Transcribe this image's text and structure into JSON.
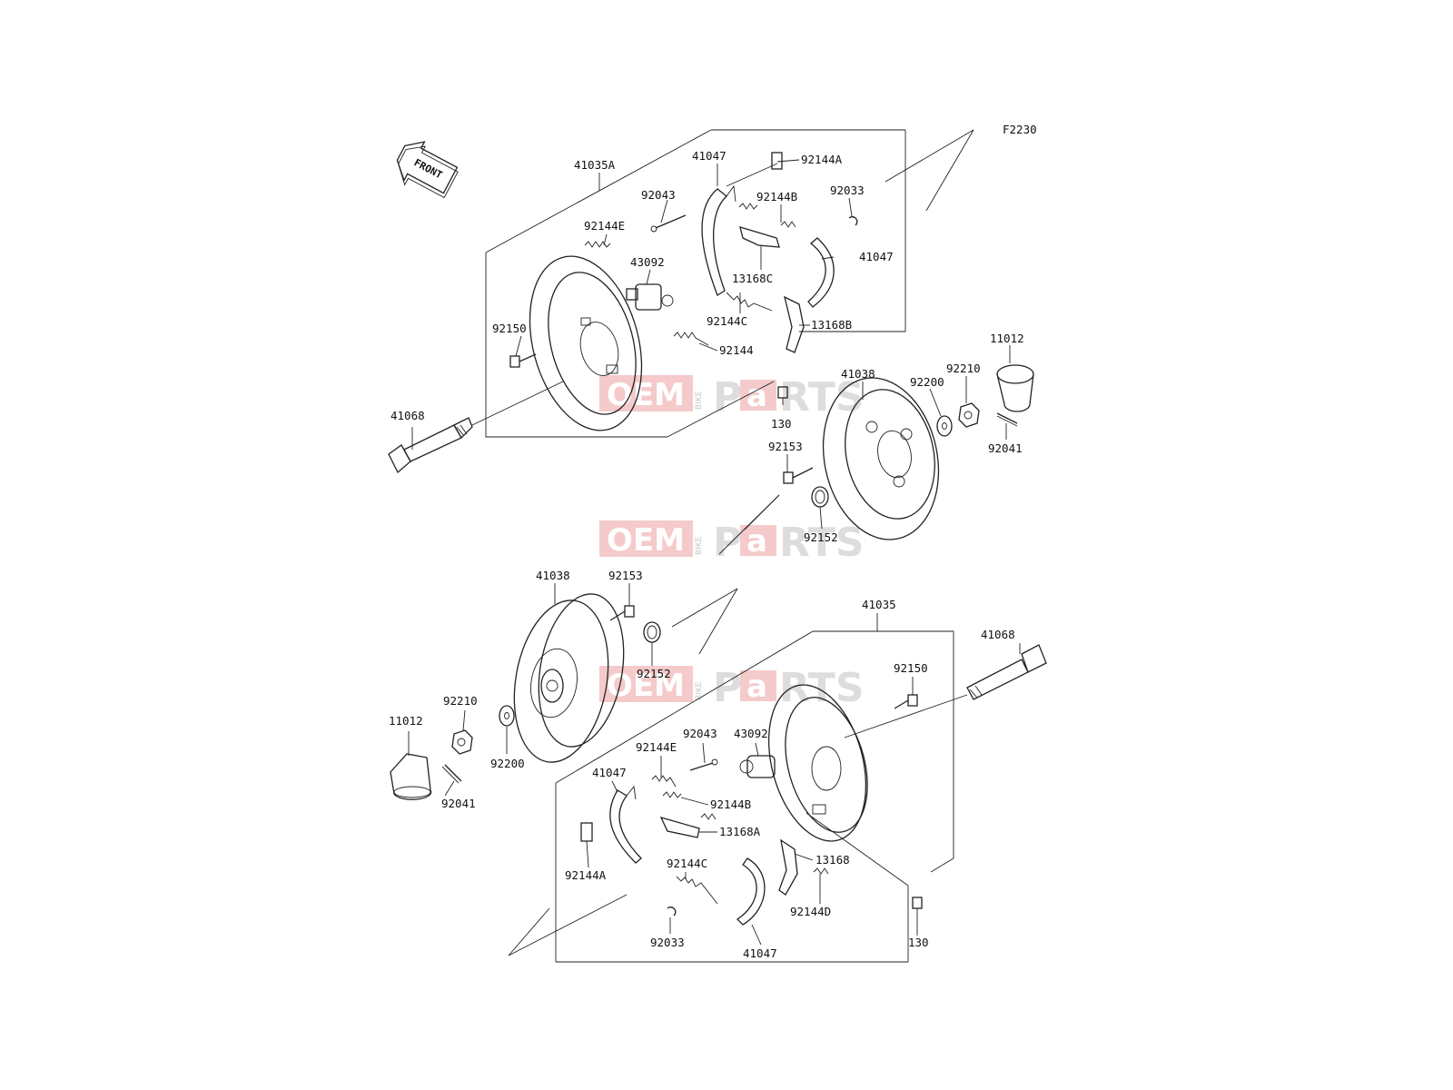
{
  "diagram": {
    "figure_code": "F2230",
    "front_label": "FRONT",
    "watermark": {
      "oem": "OEM",
      "bike": "BIKE",
      "parts_a": "P",
      "parts_b": "a",
      "parts_c": "RTS"
    },
    "labels": {
      "p41035A": "41035A",
      "p41047_t1": "41047",
      "p92144A_t": "92144A",
      "p92043_t": "92043",
      "p92144B_t": "92144B",
      "p92033_t": "92033",
      "p92144E_t": "92144E",
      "p41047_t2": "41047",
      "p43092_t": "43092",
      "p13168C": "13168C",
      "p92150_t": "92150",
      "p92144C_t": "92144C",
      "p13168B": "13168B",
      "p92144_t": "92144",
      "p11012_t": "11012",
      "p41038_t": "41038",
      "p92210_t": "92210",
      "p92200_t": "92200",
      "p41068_t": "41068",
      "p130_t": "130",
      "p92041_t": "92041",
      "p92153_t": "92153",
      "p92152_t": "92152",
      "p41038_b": "41038",
      "p92153_b": "92153",
      "p41035": "41035",
      "p41068_b": "41068",
      "p92152_b": "92152",
      "p92150_b": "92150",
      "p92210_b": "92210",
      "p11012_b": "11012",
      "p92043_b": "92043",
      "p43092_b": "43092",
      "p92144E_b": "92144E",
      "p92200_b": "92200",
      "p41047_b1": "41047",
      "p92144B_b": "92144B",
      "p92041_b": "92041",
      "p13168A": "13168A",
      "p92144C_b": "92144C",
      "p13168": "13168",
      "p92144A_b": "92144A",
      "p92144D": "92144D",
      "p130_b": "130",
      "p92033_b": "92033",
      "p41047_b2": "41047"
    }
  }
}
